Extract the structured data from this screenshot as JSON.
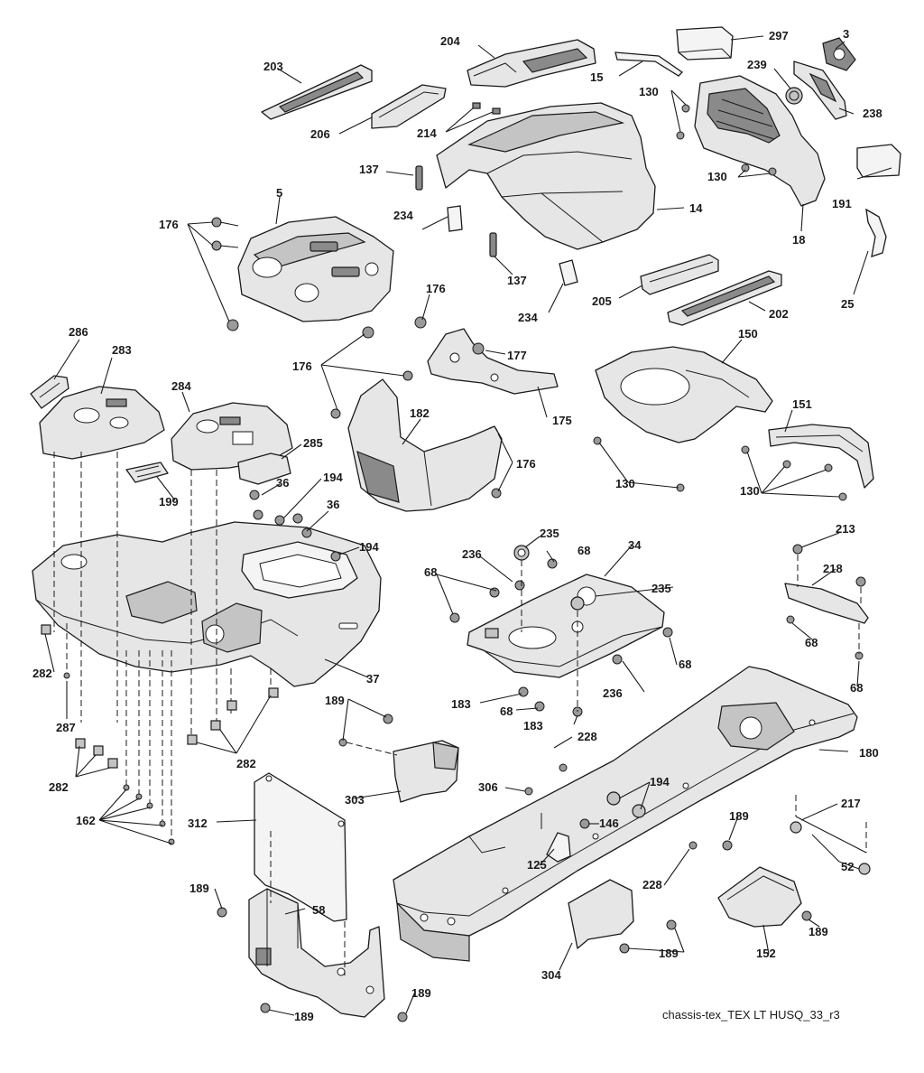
{
  "caption": "chassis-tex_TEX LT HUSQ_33_r3",
  "labels": {
    "l297": "297",
    "l3": "3",
    "l204": "204",
    "l203": "203",
    "l15": "15",
    "l239": "239",
    "l130a": "130",
    "l238": "238",
    "l206": "206",
    "l214": "214",
    "l130b": "130",
    "l137a": "137",
    "l191": "191",
    "l5": "5",
    "l14": "14",
    "l18": "18",
    "l176a": "176",
    "l234a": "234",
    "l25": "25",
    "l137b": "137",
    "l176b": "176",
    "l205": "205",
    "l234b": "234",
    "l202": "202",
    "l286": "286",
    "l283": "283",
    "l177": "177",
    "l150": "150",
    "l176c": "176",
    "l284": "284",
    "l182": "182",
    "l175": "175",
    "l151": "151",
    "l285": "285",
    "l176d": "176",
    "l199": "199",
    "l130c": "130",
    "l130d": "130",
    "l36a": "36",
    "l194a": "194",
    "l36b": "36",
    "l235a": "235",
    "l213": "213",
    "l194b": "194",
    "l68a": "68",
    "l34": "34",
    "l236a": "236",
    "l218": "218",
    "l68b": "68",
    "l235b": "235",
    "l68c": "68",
    "l282a": "282",
    "l37": "37",
    "l68d": "68",
    "l68e": "68",
    "l287": "287",
    "l183a": "183",
    "l68f": "68",
    "l236b": "236",
    "l189a": "189",
    "l183b": "183",
    "l228a": "228",
    "l180": "180",
    "l282b": "282",
    "l282c": "282",
    "l306": "306",
    "l194c": "194",
    "l303": "303",
    "l217": "217",
    "l162": "162",
    "l146": "146",
    "l189b": "189",
    "l312": "312",
    "l125": "125",
    "l52": "52",
    "l228b": "228",
    "l189c": "189",
    "l58": "58",
    "l189d": "189",
    "l189e": "189",
    "l152": "152",
    "l304": "304",
    "l189f": "189",
    "l189g": "189"
  }
}
